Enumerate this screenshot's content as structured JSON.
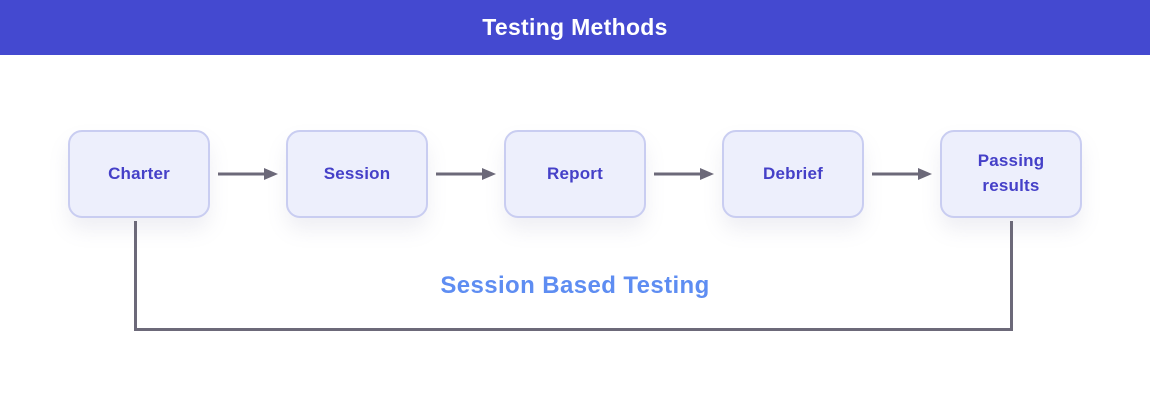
{
  "header": {
    "title": "Testing Methods",
    "background_color": "#4449d0",
    "text_color": "#ffffff"
  },
  "flow": {
    "nodes": [
      {
        "label": "Charter"
      },
      {
        "label": "Session"
      },
      {
        "label": "Report"
      },
      {
        "label": "Debrief"
      },
      {
        "label": "Passing results"
      }
    ],
    "caption": "Session Based Testing",
    "caption_color": "#5e8df2",
    "node_fill_color": "#edeffc",
    "node_border_color": "#c9cdf1",
    "node_text_color": "#4540c8",
    "connector_color": "#6c6979",
    "arrow_icon": "arrow-right"
  }
}
